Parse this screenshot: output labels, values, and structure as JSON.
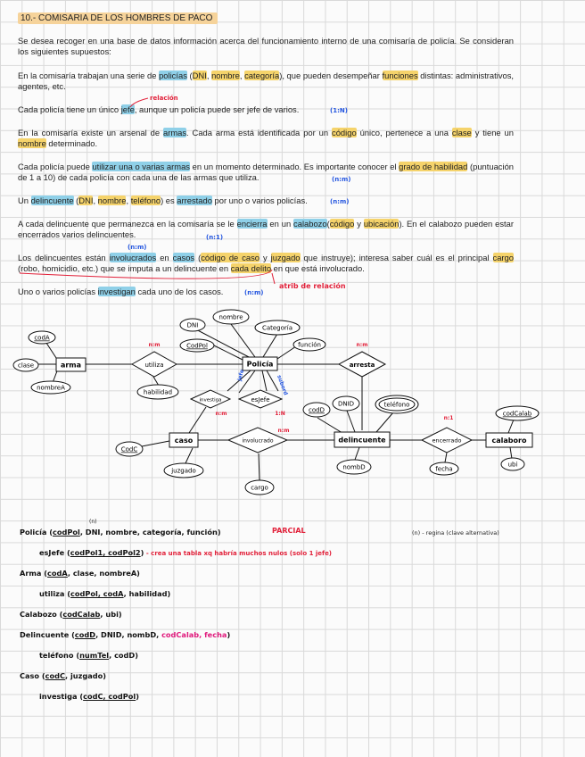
{
  "title": "10.- COMISARIA DE LOS HOMBRES DE PACO",
  "paragraphs": {
    "p1": "Se desea recoger en una base de datos información acerca del funcionamiento interno de una comisaría de policía. Se consideran los siguientes supuestos:",
    "p2": {
      "a": "En la comisaría trabajan una serie de ",
      "b": "policías",
      "c": " (",
      "d": "DNI",
      "e": ", ",
      "f": "nombre",
      "g": ", ",
      "h": "categoría",
      "i": "), que pueden desempeñar ",
      "j": "funciones",
      "k": " distintas: administrativos, agentes, etc."
    },
    "p3": {
      "a": "Cada policía tiene un único ",
      "b": "jefe",
      "c": ", aunque un policía puede ser jefe de varios."
    },
    "p4": {
      "a": "En la comisaría existe un arsenal de ",
      "b": "armas",
      "c": ". Cada arma está identificada por un ",
      "d": "código",
      "e": " único, pertenece a una ",
      "f": "clase",
      "g": " y tiene un ",
      "h": "nombre",
      "i": " determinado."
    },
    "p5": {
      "a": "Cada policía puede ",
      "b": "utilizar una o varias armas",
      "c": " en un momento determinado. Es importante conocer el ",
      "d": "grado de habilidad",
      "e": " (puntuación de 1 a 10) de cada policía con cada una de las armas que utiliza."
    },
    "p6": {
      "a": "Un ",
      "b": "delincuente",
      "c": " (",
      "d": "DNI",
      "e": ", ",
      "f": "nombre",
      "g": ", ",
      "h": "teléfono",
      "i": ") es ",
      "j": "arrestado",
      "k": " por uno o varios policías."
    },
    "p7": {
      "a": "A cada delincuente que permanezca en la comisaría se le ",
      "b": "encierra",
      "c": " en un ",
      "d": "calabozo",
      "e": "(",
      "f": "código",
      "g": " y ",
      "h": "ubicación",
      "i": "). En el calabozo pueden estar encerrados varios delincuentes."
    },
    "p8": {
      "a": "Los delincuentes están ",
      "b": "involucrados",
      "c": " en ",
      "d": "casos",
      "e": " (",
      "f": "código de caso",
      "g": " y ",
      "h": "juzgado",
      "i": " que instruye); interesa saber cuál es el principal ",
      "j": "cargo",
      "k": " (robo, homicidio, etc.) que se imputa a un delincuente en ",
      "l": "cada delito",
      "m": " en que está involucrado."
    },
    "p9": {
      "a": "Uno o varios policías ",
      "b": "investigan",
      "c": " cada uno de los casos."
    }
  },
  "annotations": {
    "relacion": "relación",
    "c1n": "(1:N)",
    "cnm": "(n:m)",
    "cnm2": "(n:m)",
    "cn1": "(n:1)",
    "cnm3": "(n:m)",
    "cnm4": "(n:m)",
    "atrib": "atrib de relación"
  },
  "diagram": {
    "entities": {
      "policia": "Policía",
      "arma": "arma",
      "caso": "caso",
      "delincuente": "delincuente",
      "calabozo": "calaboro"
    },
    "relationships": {
      "utiliza": "utiliza",
      "arresta": "arresta",
      "investiga": "investiga",
      "esjefe": "esJefe",
      "involucrado": "involucrado",
      "encerrado": "encerrado"
    },
    "attributes": {
      "dni": "DNI",
      "nombre": "nombre",
      "categoria": "Categoría",
      "codpol": "CodPol",
      "funcion": "función",
      "codA": "codA",
      "clase": "clase",
      "nombreA": "nombreA",
      "habilidad": "habilidad",
      "codD": "codD",
      "dnid": "DNID",
      "telefono": "teléfono",
      "nombD": "nombD",
      "fecha": "fecha",
      "codcalab": "codCalab",
      "ubi": "ubi",
      "codC": "CodC",
      "juzgado": "juzgado",
      "cargo": "cargo"
    },
    "cardinalities": {
      "utiliza": "n:m",
      "arresta": "n:m",
      "investiga": "n:m",
      "esjefe": "1:N",
      "involucrado": "n:m",
      "encerrado": "n:1"
    },
    "side_labels": {
      "jefe": "jefe",
      "subor": "subord"
    }
  },
  "schema": {
    "n_mark": "(n)",
    "policia": {
      "name": "Policía",
      "open": " (",
      "pk": "codPol",
      "rest": ", DNI, nombre, categoría, función)"
    },
    "parcial": "PARCIAL",
    "nota": "(n) - regina (clave alternativa)",
    "esjefe": {
      "name": "esJefe",
      "open": " (",
      "pk": "codPol1, codPol2",
      "close": ")",
      "note": " - crea una tabla xq habría muchos nulos (solo 1 jefe)"
    },
    "arma": {
      "name": "Arma",
      "open": " (",
      "pk": "codA",
      "rest": ", clase, nombreA)"
    },
    "utiliza": {
      "name": "utiliza",
      "open": " (",
      "pk": "codPol, codA",
      "rest": ", habilidad)"
    },
    "calabozo": {
      "name": "Calabozo",
      "open": " (",
      "pk": "codCalab",
      "rest": ", ubi)"
    },
    "delincuente": {
      "name": "Delincuente",
      "open": " (",
      "pk": "codD",
      "rest": ", DNID, nombD, ",
      "fk": "codCalab, fecha",
      "close": ")"
    },
    "telefono": {
      "name": "teléfono",
      "open": " (",
      "pk": "numTel",
      "rest": ", codD)"
    },
    "caso": {
      "name": "Caso",
      "open": " (",
      "pk": "codC",
      "rest": ", juzgado)"
    },
    "investiga": {
      "name": "investiga",
      "open": " (",
      "pk": "codC, codPol",
      "close": ")"
    }
  }
}
